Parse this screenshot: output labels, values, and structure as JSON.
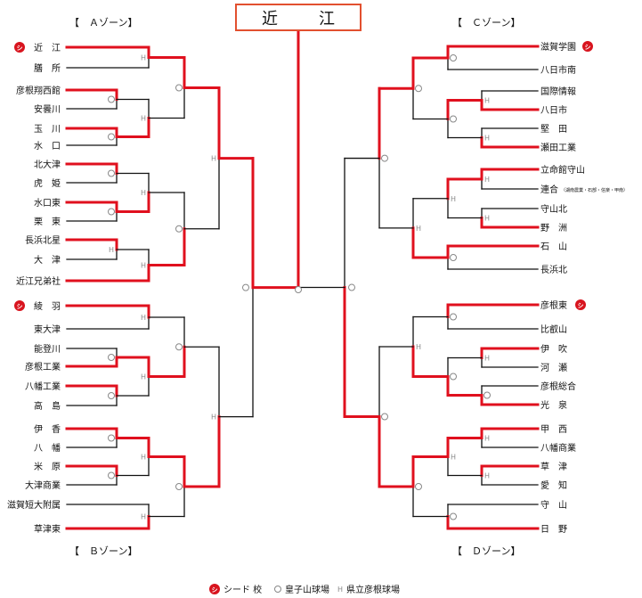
{
  "champion": "近　江",
  "zones": {
    "a": "【　Ａゾーン】",
    "b": "【　Ｂゾーン】",
    "c": "【　Ｃゾーン】",
    "d": "【　Ｄゾーン】"
  },
  "seed_mark": "シ",
  "left_teams": [
    "近　江",
    "膳　所",
    "彦根翔西館",
    "安曇川",
    "玉　川",
    "水　口",
    "北大津",
    "虎　姫",
    "水口東",
    "栗　東",
    "長浜北星",
    "大　津",
    "近江兄弟社",
    "綾　羽",
    "東大津",
    "能登川",
    "彦根工業",
    "八幡工業",
    "高　島",
    "伊　香",
    "八　幡",
    "米　原",
    "大津商業",
    "滋賀短大附属",
    "草津東"
  ],
  "right_teams": [
    "滋賀学園",
    "八日市南",
    "国際情報",
    "八日市",
    "堅　田",
    "瀬田工業",
    "立命館守山",
    "連合",
    "守山北",
    "野　洲",
    "石　山",
    "長浜北",
    "彦根東",
    "比叡山",
    "伊　吹",
    "河　瀬",
    "彦根総合",
    "光　泉",
    "甲　西",
    "八幡商業",
    "草　津",
    "愛　知",
    "守　山",
    "日　野"
  ],
  "rengo_note": "（湖南農業・石部・信楽・甲南）",
  "legend": {
    "seed": "シード 校",
    "koshiyama": "皇子山球場",
    "hikone": "県立彦根球場"
  },
  "venue_marks": {
    "h": "H"
  },
  "colors": {
    "win": "#e0101e",
    "line": "#111111",
    "venue": "#888888"
  }
}
